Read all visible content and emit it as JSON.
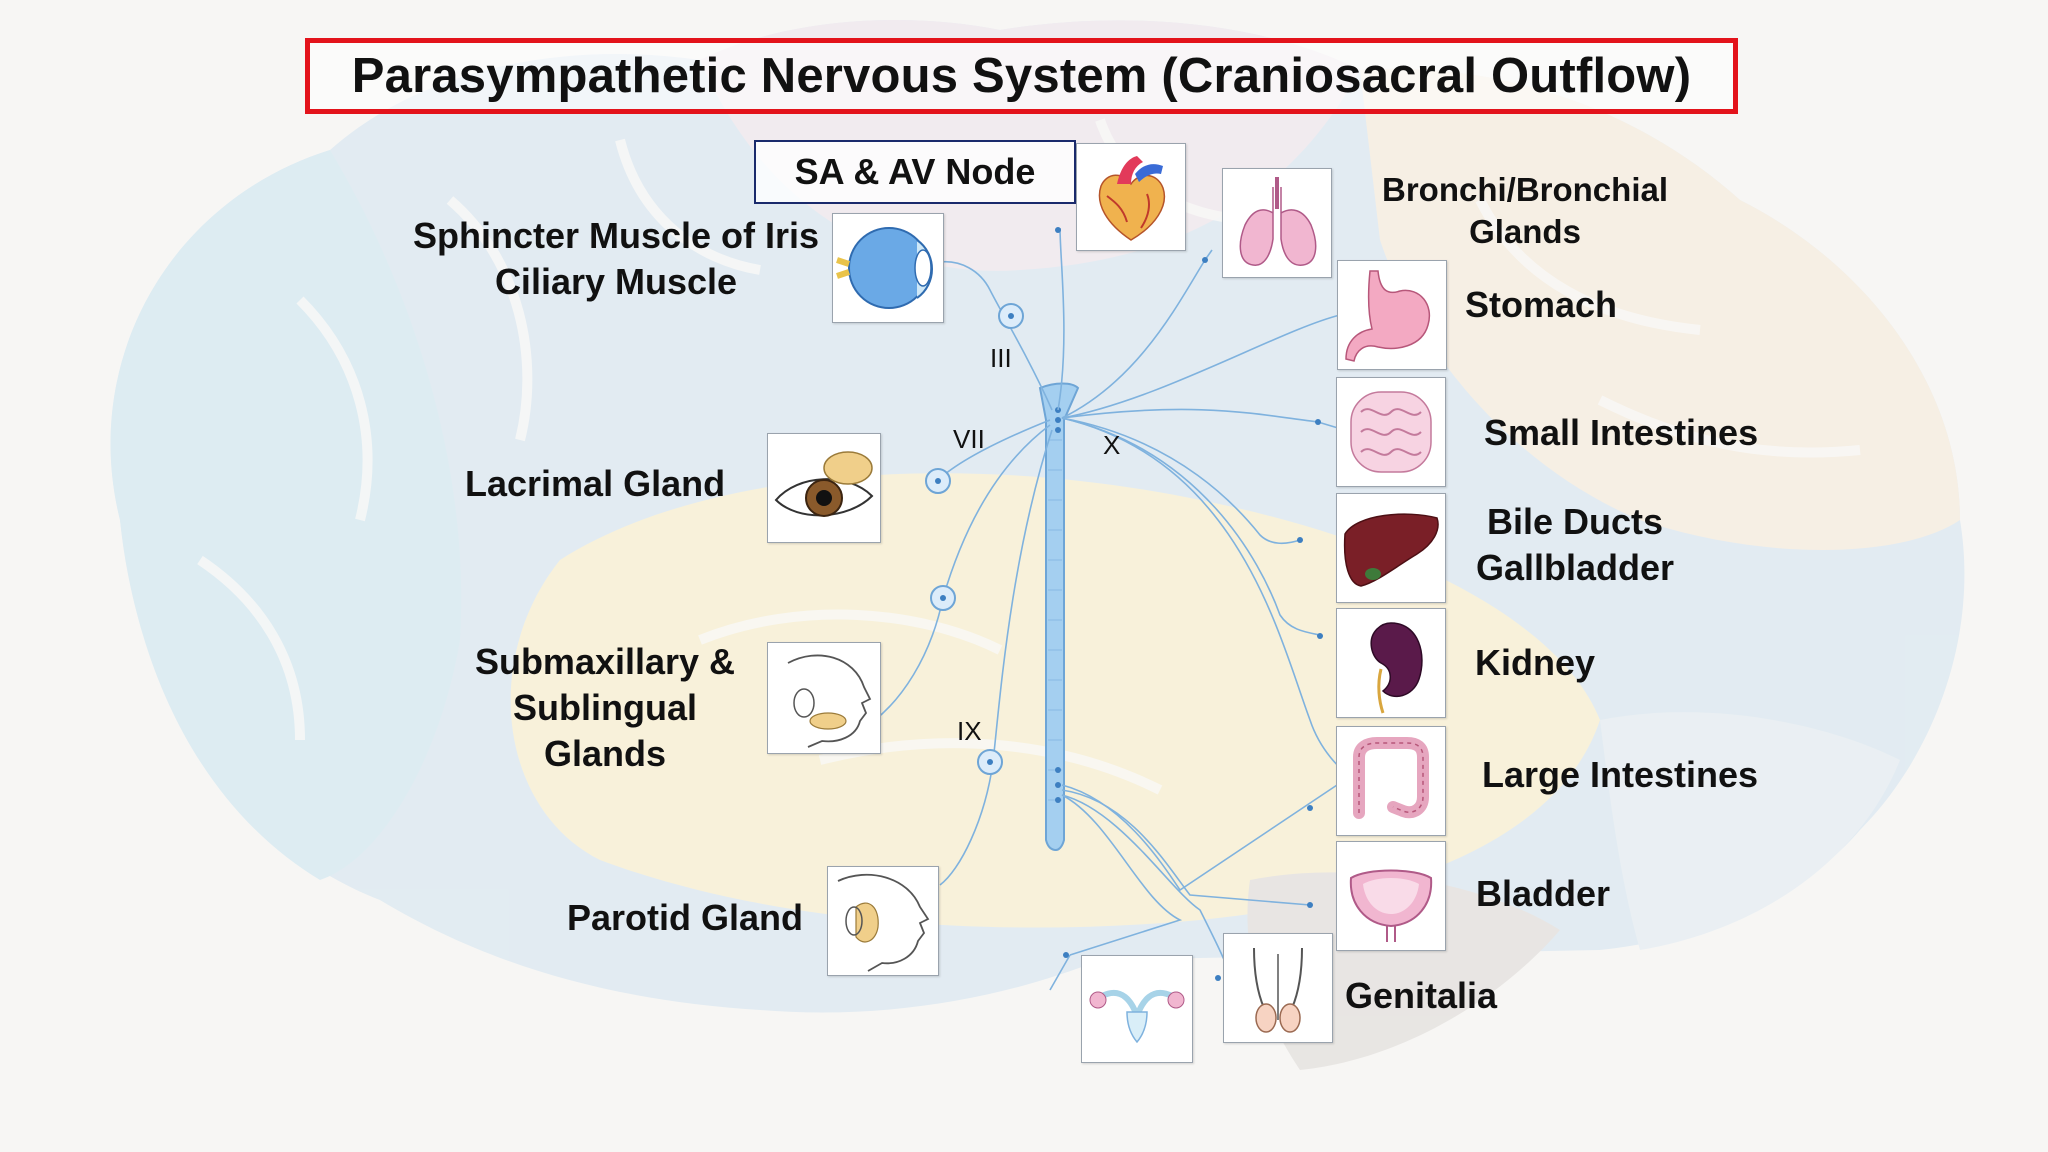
{
  "title": "Parasympathetic Nervous System (Craniosacral Outflow)",
  "heart_label": "SA & AV Node",
  "left_labels": {
    "iris_line1": "Sphincter Muscle of Iris",
    "iris_line2": "Ciliary Muscle",
    "lacrimal": "Lacrimal Gland",
    "submax_line1": "Submaxillary &",
    "submax_line2": "Sublingual",
    "submax_line3": "Glands",
    "parotid": "Parotid Gland"
  },
  "right_labels": {
    "bronchi_line1": "Bronchi/Bronchial",
    "bronchi_line2": "Glands",
    "stomach": "Stomach",
    "small_intestines": "Small Intestines",
    "bile_line1": "Bile Ducts",
    "bile_line2": "Gallbladder",
    "kidney": "Kidney",
    "large_intestines": "Large Intestines",
    "bladder": "Bladder",
    "genitalia": "Genitalia"
  },
  "nerves": {
    "oculomotor": "III",
    "facial": "VII",
    "vagus": "X",
    "glossopharyngeal": "IX"
  },
  "colors": {
    "title_border": "#e3131b",
    "sa_border": "#1a2a6c",
    "nerve_line": "#7fb2de",
    "spinal_cord": "#9ccbef"
  }
}
